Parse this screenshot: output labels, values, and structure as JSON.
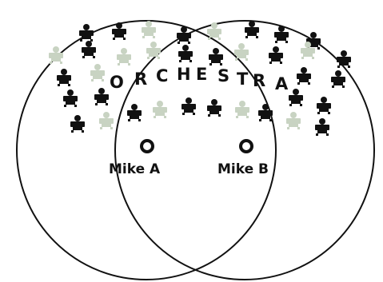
{
  "diagram": {
    "orchestra_letters": [
      "O",
      "R",
      "C",
      "H",
      "E",
      "S",
      "T",
      "R",
      "A"
    ],
    "microphones": [
      {
        "id": "mike-a",
        "label": "Mike A"
      },
      {
        "id": "mike-b",
        "label": "Mike B"
      }
    ],
    "colors": {
      "ink": "#111111",
      "faded_musician": "#c8d3c2",
      "background": "#ffffff"
    },
    "musician_icon": "seated-musician-with-stand-icon"
  }
}
